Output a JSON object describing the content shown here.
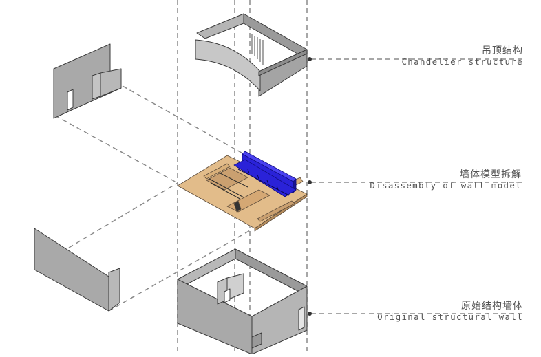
{
  "labels": [
    {
      "id": "chandelier",
      "zh": "吊顶结构",
      "en": "Chandelier structure"
    },
    {
      "id": "walls",
      "zh": "墙体模型拆解",
      "en": "Disassembly of wall model"
    },
    {
      "id": "original",
      "zh": "原始结构墙体",
      "en": "Original structural wall"
    }
  ],
  "colors": {
    "wall_face": "#a9a9a9",
    "wall_dark": "#8c8c8c",
    "wall_light": "#c4c4c4",
    "edge": "#3a3a3a",
    "floor": "#e2bc8a",
    "furniture_blue": "#2a22d8",
    "dash": "#8a8a8a",
    "label_text": "#555555"
  }
}
